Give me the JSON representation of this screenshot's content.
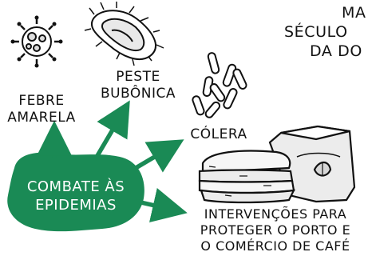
{
  "title": {
    "line1": "MA",
    "line2": "SÉCULO",
    "line3": "DA DO"
  },
  "center_node": {
    "line1": "COMBATE ÀS",
    "line2": "EPIDEMIAS"
  },
  "branches": [
    {
      "line1": "FEBRE",
      "line2": "AMARELA",
      "icon": "virus-icon"
    },
    {
      "line1": "PESTE",
      "line2": "BUBÔNICA",
      "icon": "bacterium-icon"
    },
    {
      "line1": "CÓLERA",
      "icon": "bacilli-icon"
    },
    {
      "line1": "INTERVENÇÕES PARA",
      "line2": "PROTEGER O PORTO E",
      "line3": "O COMÉRCIO DE CAFÉ",
      "icon": "coffee-sacks-icon"
    }
  ],
  "colors": {
    "accent": "#1a8a55",
    "ink": "#111111",
    "background": "#ffffff"
  }
}
